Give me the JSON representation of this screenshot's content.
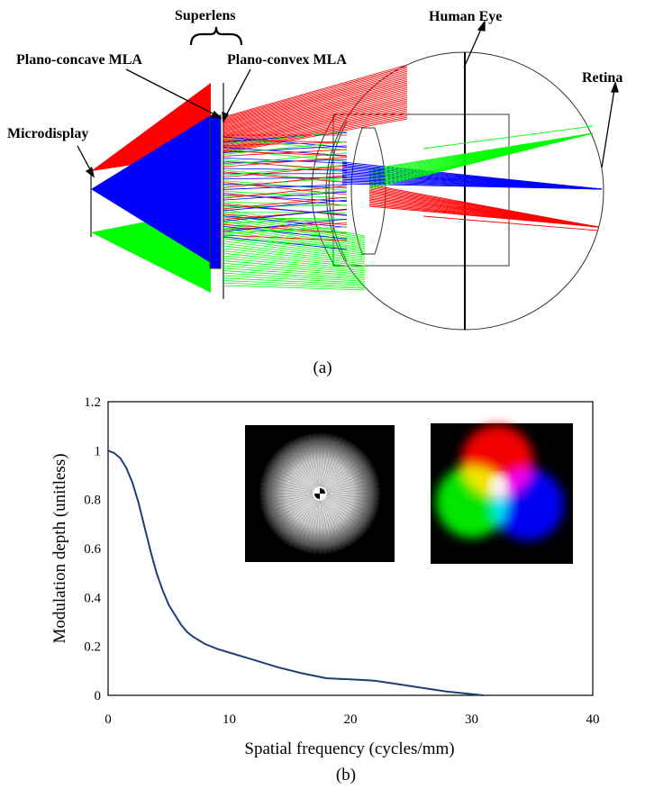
{
  "panel_a": {
    "labels": {
      "superlens": "Superlens",
      "human_eye": "Human Eye",
      "plano_concave": "Plano-concave MLA",
      "plano_convex": "Plano-convex MLA",
      "retina": "Retina",
      "microdisplay": "Microdisplay"
    },
    "caption": "(a)",
    "colors": {
      "red": "#ff0000",
      "blue": "#0000ff",
      "green": "#00ff00"
    }
  },
  "panel_b": {
    "caption": "(b)",
    "insets": [
      "spoke-target-image",
      "rgb-circles-image"
    ]
  },
  "chart_data": {
    "type": "line",
    "xlabel": "Spatial frequency (cycles/mm)",
    "ylabel": "Modulation depth (unitless)",
    "xlim": [
      0,
      40
    ],
    "ylim": [
      0,
      1.2
    ],
    "xticks": [
      "0",
      "10",
      "20",
      "30",
      "40"
    ],
    "yticks": [
      "0",
      "0.2",
      "0.4",
      "0.6",
      "0.8",
      "1",
      "1.2"
    ],
    "series": [
      {
        "color": "#1f3f74",
        "x": [
          0,
          0.5,
          1,
          1.5,
          2,
          2.5,
          3,
          3.5,
          4,
          4.5,
          5,
          5.5,
          6,
          6.5,
          7,
          8,
          9,
          10,
          12,
          14,
          16,
          18,
          20,
          22,
          24,
          26,
          28,
          30,
          31
        ],
        "y": [
          1.0,
          0.99,
          0.97,
          0.93,
          0.87,
          0.79,
          0.69,
          0.59,
          0.5,
          0.43,
          0.37,
          0.33,
          0.29,
          0.26,
          0.24,
          0.21,
          0.19,
          0.175,
          0.145,
          0.115,
          0.09,
          0.07,
          0.065,
          0.06,
          0.045,
          0.03,
          0.015,
          0.005,
          0.0
        ]
      }
    ]
  }
}
